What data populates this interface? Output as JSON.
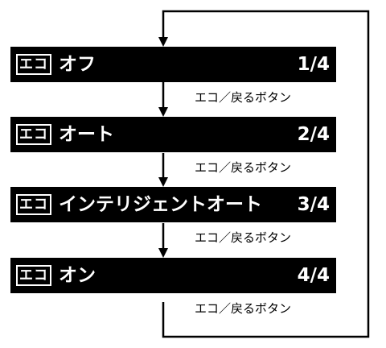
{
  "modes": [
    {
      "badge": "エコ",
      "name": "オフ",
      "index": "1/4"
    },
    {
      "badge": "エコ",
      "name": "オート",
      "index": "2/4"
    },
    {
      "badge": "エコ",
      "name": "インテリジェントオート",
      "index": "3/4"
    },
    {
      "badge": "エコ",
      "name": "オン",
      "index": "4/4"
    }
  ],
  "transition_labels": [
    "エコ／戻るボタン",
    "エコ／戻るボタン",
    "エコ／戻るボタン",
    "エコ／戻るボタン"
  ],
  "colors": {
    "bar_background": "#000000",
    "bar_text": "#ffffff",
    "line": "#000000"
  }
}
